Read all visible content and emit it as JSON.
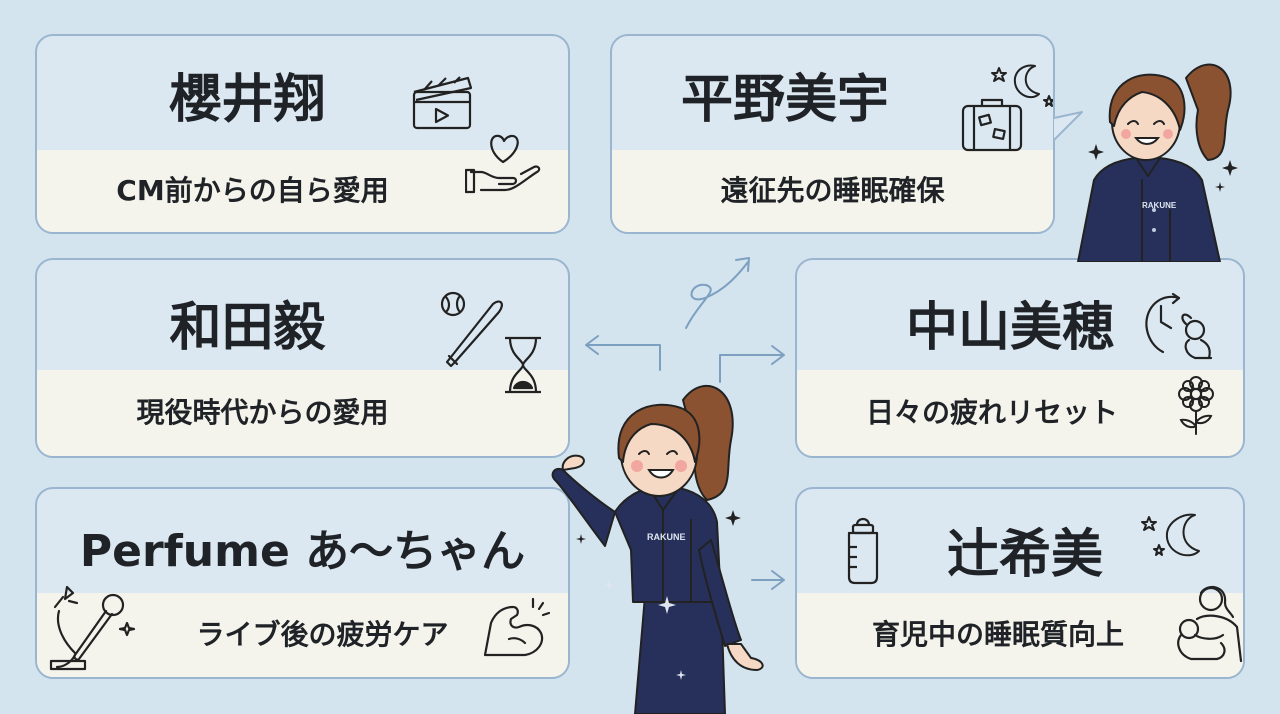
{
  "cards": {
    "sakurai": {
      "name": "櫻井翔",
      "description": "CM前からの自ら愛用"
    },
    "hirano": {
      "name": "平野美宇",
      "description": "遠征先の睡眠確保"
    },
    "wada": {
      "name": "和田毅",
      "description": "現役時代からの愛用"
    },
    "nakayama": {
      "name": "中山美穂",
      "description": "日々の疲れリセット"
    },
    "perfume": {
      "name": "Perfume あ〜ちゃん",
      "description": "ライブ後の疲労ケア"
    },
    "tsuji": {
      "name": "辻希美",
      "description": "育児中の睡眠質向上"
    }
  },
  "pajama_brand": "RAKUNE",
  "colors": {
    "background": "#d3e4ef",
    "card_border": "#9ab5cf",
    "card_fill": "#dbe8f1",
    "band_fill": "#f4f4ec",
    "pajama": "#26305a",
    "hair": "#8a5230"
  },
  "icons": [
    "clapperboard-icon",
    "heart-hand-icon",
    "suitcase-icon",
    "moon-stars-icon",
    "baseball-bat-icon",
    "hourglass-icon",
    "clock-stretch-icon",
    "flower-icon",
    "microphone-icon",
    "muscle-arm-icon",
    "baby-bottle-icon",
    "mother-baby-icon"
  ]
}
